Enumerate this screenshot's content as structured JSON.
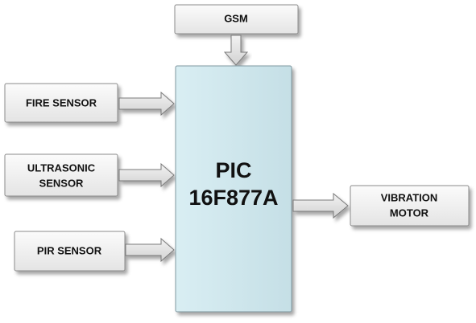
{
  "blocks": {
    "gsm": {
      "label": "GSM"
    },
    "fire_sensor": {
      "label": "FIRE SENSOR"
    },
    "ultrasonic_sensor": {
      "line1": "ULTRASONIC",
      "line2": "SENSOR"
    },
    "pir_sensor": {
      "label": "PIR SENSOR"
    },
    "microcontroller": {
      "line1": "PIC",
      "line2": "16F877A"
    },
    "vibration_motor": {
      "line1": "VIBRATION",
      "line2": "MOTOR"
    }
  },
  "connections": [
    {
      "from": "gsm",
      "to": "microcontroller"
    },
    {
      "from": "fire_sensor",
      "to": "microcontroller"
    },
    {
      "from": "ultrasonic_sensor",
      "to": "microcontroller"
    },
    {
      "from": "pir_sensor",
      "to": "microcontroller"
    },
    {
      "from": "microcontroller",
      "to": "vibration_motor"
    }
  ],
  "colors": {
    "block_fill": "#f0f0f0",
    "block_border": "#8c8c8c",
    "mcu_fill": "#cfe6ec",
    "mcu_border": "#7f98a0",
    "arrow_fill": "#e6e6e6",
    "arrow_border": "#7a7a7a",
    "text": "#111111"
  }
}
